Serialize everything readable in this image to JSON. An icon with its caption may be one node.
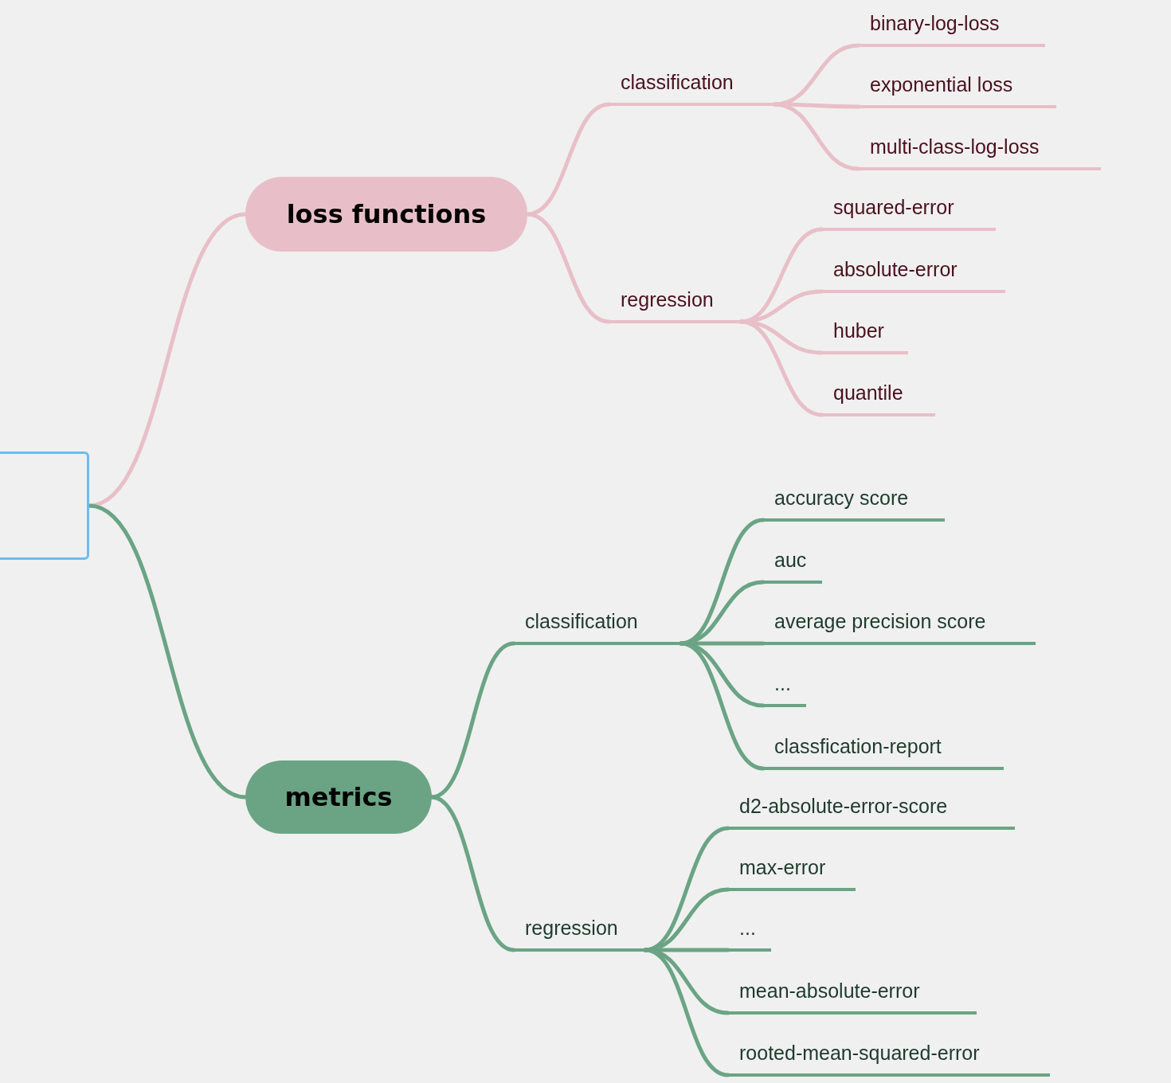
{
  "diagram": {
    "nodes": [
      {
        "text": [],
        "shape": "box"
      },
      {
        "text": [
          "loss functions"
        ]
      },
      {
        "text": [
          "classification"
        ]
      },
      {
        "text": [
          "binary-log-loss"
        ]
      },
      {
        "text": [
          "exponential loss"
        ]
      },
      {
        "text": [
          "multi-class-log-loss"
        ]
      },
      {
        "text": [
          "regression"
        ]
      },
      {
        "text": [
          "squared-error"
        ]
      },
      {
        "text": [
          "absolute-error"
        ]
      },
      {
        "text": [
          "huber"
        ]
      },
      {
        "text": [
          "quantile"
        ]
      },
      {
        "text": [
          "metrics"
        ]
      },
      {
        "text": [
          "classification"
        ]
      },
      {
        "text": [
          "accuracy score"
        ]
      },
      {
        "text": [
          "auc"
        ]
      },
      {
        "text": [
          "average precision score"
        ]
      },
      {
        "text": [
          "..."
        ]
      },
      {
        "text": [
          "classfication-report"
        ]
      },
      {
        "text": [
          "regression"
        ]
      },
      {
        "text": [
          "d2-absolute-error-score"
        ]
      },
      {
        "text": [
          "max-error"
        ]
      },
      {
        "text": [
          "..."
        ]
      },
      {
        "text": [
          "mean-absolute-error"
        ]
      },
      {
        "text": [
          "rooted-mean-squared-error"
        ]
      }
    ],
    "edges": [
      {
        "from": 0,
        "to": 1,
        "arrow": "none",
        "color": "#e8bfc8"
      },
      {
        "from": 1,
        "to": 2,
        "arrow": "none",
        "color": "#e8bfc8"
      },
      {
        "from": 2,
        "to": 3,
        "arrow": "none",
        "color": "#e8bfc8"
      },
      {
        "from": 2,
        "to": 4,
        "arrow": "none",
        "color": "#e8bfc8"
      },
      {
        "from": 2,
        "to": 5,
        "arrow": "none",
        "color": "#e8bfc8"
      },
      {
        "from": 1,
        "to": 6,
        "arrow": "none",
        "color": "#e8bfc8"
      },
      {
        "from": 6,
        "to": 7,
        "arrow": "none",
        "color": "#e8bfc8"
      },
      {
        "from": 6,
        "to": 8,
        "arrow": "none",
        "color": "#e8bfc8"
      },
      {
        "from": 6,
        "to": 9,
        "arrow": "none",
        "color": "#e8bfc8"
      },
      {
        "from": 6,
        "to": 10,
        "arrow": "none",
        "color": "#e8bfc8"
      },
      {
        "from": 0,
        "to": 11,
        "arrow": "none"
      },
      {
        "from": 11,
        "to": 12,
        "arrow": "none"
      },
      {
        "from": 12,
        "to": 13,
        "arrow": "none"
      },
      {
        "from": 12,
        "to": 14,
        "arrow": "none"
      },
      {
        "from": 12,
        "to": 15,
        "arrow": "none"
      },
      {
        "from": 12,
        "to": 16,
        "arrow": "none"
      },
      {
        "from": 12,
        "to": 17,
        "arrow": "none"
      },
      {
        "from": 11,
        "to": 18,
        "arrow": "none"
      },
      {
        "from": 18,
        "to": 19,
        "arrow": "none"
      },
      {
        "from": 18,
        "to": 20,
        "arrow": "none"
      },
      {
        "from": 18,
        "to": 21,
        "arrow": "none"
      },
      {
        "from": 18,
        "to": 22,
        "arrow": "none"
      },
      {
        "from": 18,
        "to": 23,
        "arrow": "none"
      }
    ]
  }
}
